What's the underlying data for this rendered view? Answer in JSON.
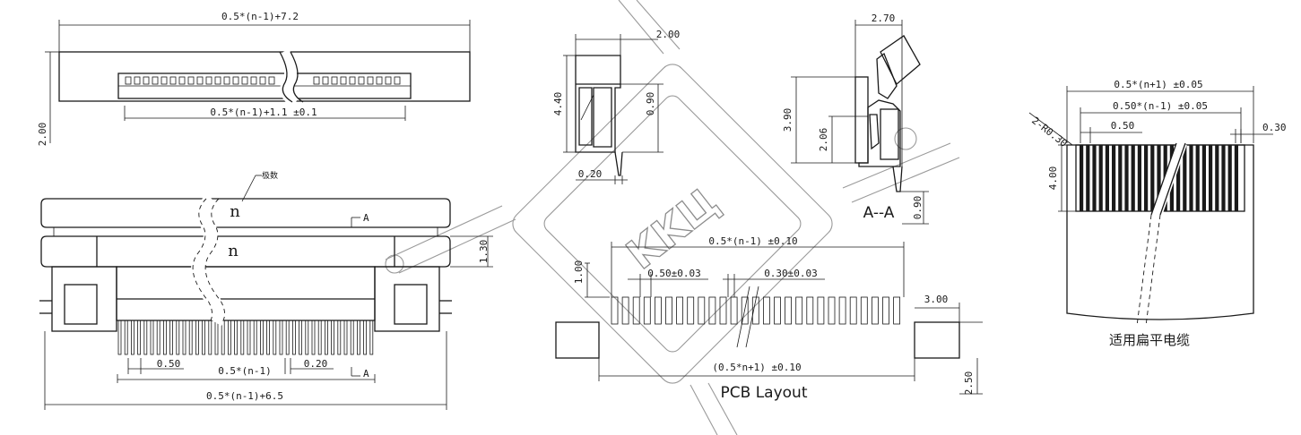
{
  "top_view": {
    "overall_width": "0.5*(n-1)+7.2",
    "inner_width": "0.5*(n-1)+1.1 ±0.1",
    "height": "2.00"
  },
  "front_view": {
    "pin_count_callout": "极数",
    "n_top": "n",
    "n_bottom": "n",
    "section_mark_upper": "A",
    "section_mark_lower": "A",
    "latch_height": "1.30",
    "pitch": "0.50",
    "pin_span": "0.5*(n-1)",
    "pin_width": "0.20",
    "overall_width": "0.5*(n-1)+6.5"
  },
  "side_view": {
    "depth": "2.00",
    "height": "4.40",
    "height_inner": "0.90",
    "pin_thickness": "0.20"
  },
  "section_view": {
    "width": "2.70",
    "height": "3.90",
    "contact_height": "2.06",
    "tail": "0.90",
    "label": "A--A"
  },
  "pcb_layout": {
    "pad_span": "0.5*(n-1) ±0.10",
    "pad_length": "1.00",
    "pitch": "0.50±0.03",
    "pad_width": "0.30±0.03",
    "mount_pad_width": "3.00",
    "mount_pad_height": "2.50",
    "overall_span": "(0.5*n+1) ±0.10",
    "title": "PCB Layout"
  },
  "cable": {
    "overall_width": "0.5*(n+1) ±0.05",
    "conductor_span": "0.50*(n-1) ±0.05",
    "pitch": "0.50",
    "conductor_width": "0.30",
    "corner_radius": "2-R0.30",
    "stiffener_length": "4.00",
    "caption": "适用扁平电缆"
  },
  "watermark": {
    "text": "KKЦ"
  }
}
